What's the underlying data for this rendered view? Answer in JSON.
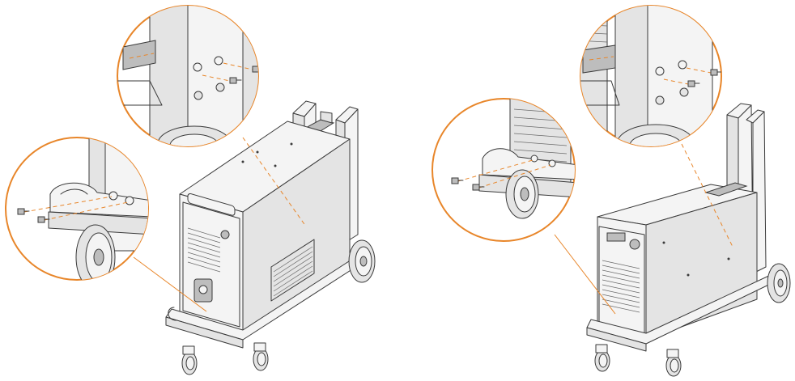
{
  "colors": {
    "accent": "#e8862a",
    "line": "#3a3a3a",
    "fill": "#f4f4f4",
    "shade": "#e4e4e4"
  },
  "figures": [
    {
      "view": "left",
      "callouts": 2,
      "screws_per_callout": 2
    },
    {
      "view": "right",
      "callouts": 2,
      "screws_per_callout": 2
    }
  ]
}
